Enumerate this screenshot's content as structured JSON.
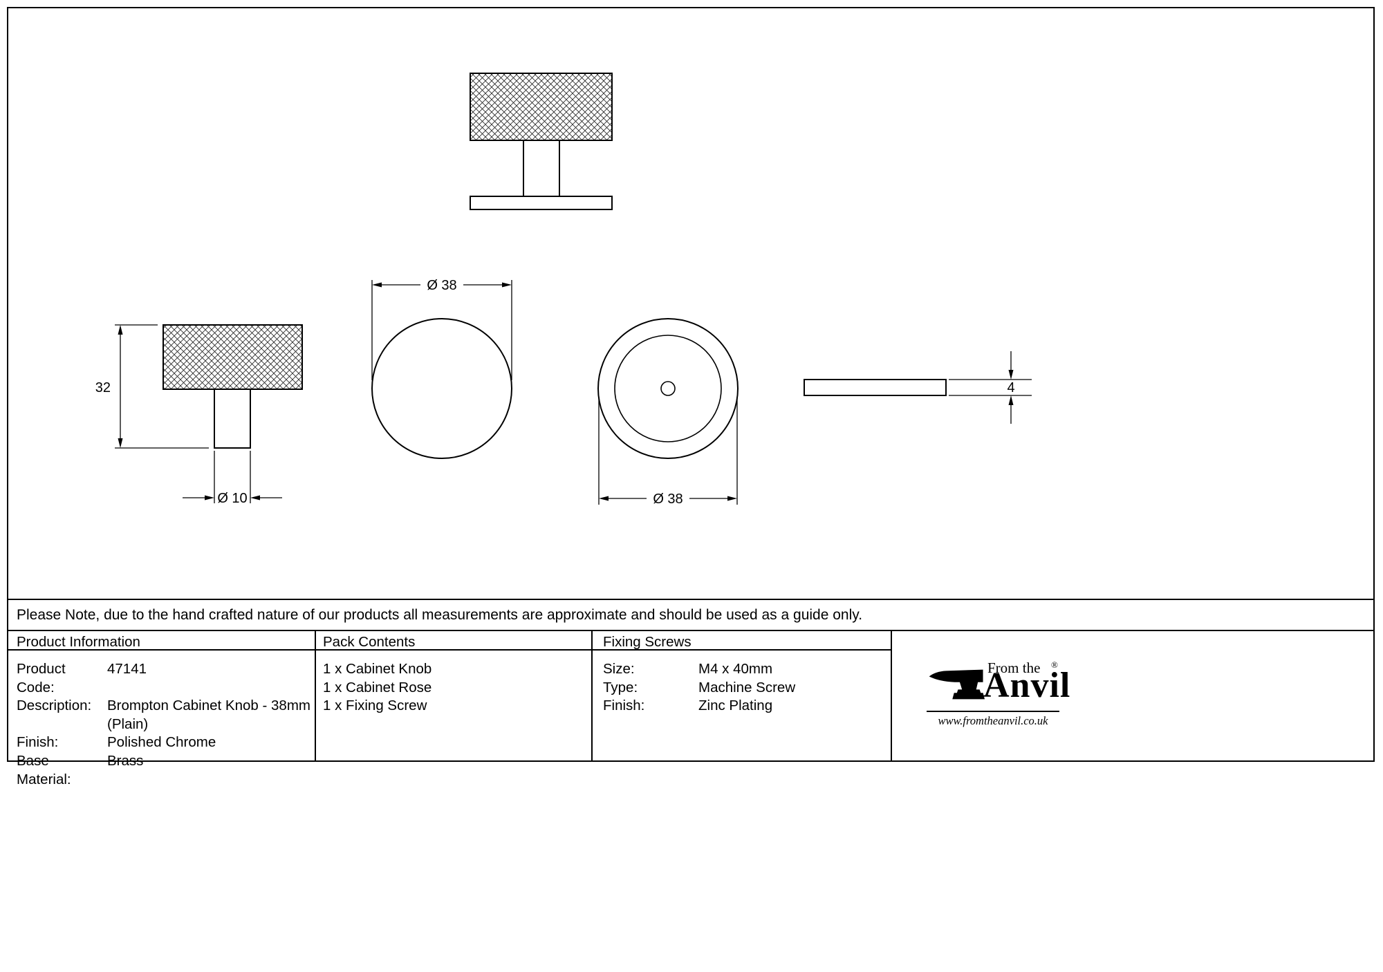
{
  "drawing": {
    "dims": {
      "height": "32",
      "stem_diameter": "Ø 10",
      "front_diameter": "Ø 38",
      "back_diameter": "Ø 38",
      "rose_thickness": "4"
    }
  },
  "note": "Please Note, due to the hand crafted nature of our products all measurements are approximate and should be used as a guide only.",
  "table": {
    "product_info": {
      "header": "Product Information",
      "rows": [
        {
          "label": "Product Code:",
          "value": "47141"
        },
        {
          "label": "Description:",
          "value": "Brompton Cabinet Knob - 38mm"
        },
        {
          "label": "",
          "value": "(Plain)"
        },
        {
          "label": "Finish:",
          "value": "Polished Chrome"
        },
        {
          "label": "Base Material:",
          "value": "Brass"
        }
      ]
    },
    "pack_contents": {
      "header": "Pack Contents",
      "items": [
        "1 x Cabinet Knob",
        "1 x Cabinet Rose",
        "1 x Fixing Screw"
      ]
    },
    "fixing_screws": {
      "header": "Fixing Screws",
      "rows": [
        {
          "label": "Size:",
          "value": "M4 x 40mm"
        },
        {
          "label": "Type:",
          "value": "Machine Screw"
        },
        {
          "label": "Finish:",
          "value": "Zinc Plating"
        }
      ]
    }
  },
  "logo": {
    "tagline": "From the",
    "name": "Anvil",
    "registered": "®",
    "website": "www.fromtheanvil.co.uk"
  }
}
